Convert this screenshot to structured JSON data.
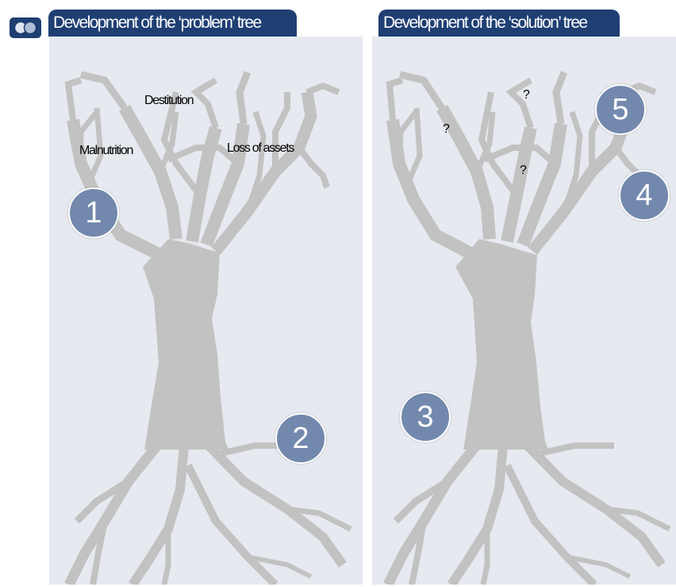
{
  "left_panel": {
    "title": "Development of the ‘problem’ tree",
    "labels": {
      "destitution": "Destitution",
      "malnutrition": "Malnutrition",
      "loss_of_assets": "Loss of assets"
    },
    "steps": [
      "1",
      "2"
    ]
  },
  "right_panel": {
    "title": "Development of the ‘solution’ tree",
    "question_marks": [
      "?",
      "?",
      "?"
    ],
    "steps": [
      "3",
      "4",
      "5"
    ]
  },
  "colors": {
    "title_bar": "#1f3f73",
    "panel_background": "#e6e9ef",
    "tree": "#c2c2c2",
    "step_circle": "#7289ad"
  }
}
